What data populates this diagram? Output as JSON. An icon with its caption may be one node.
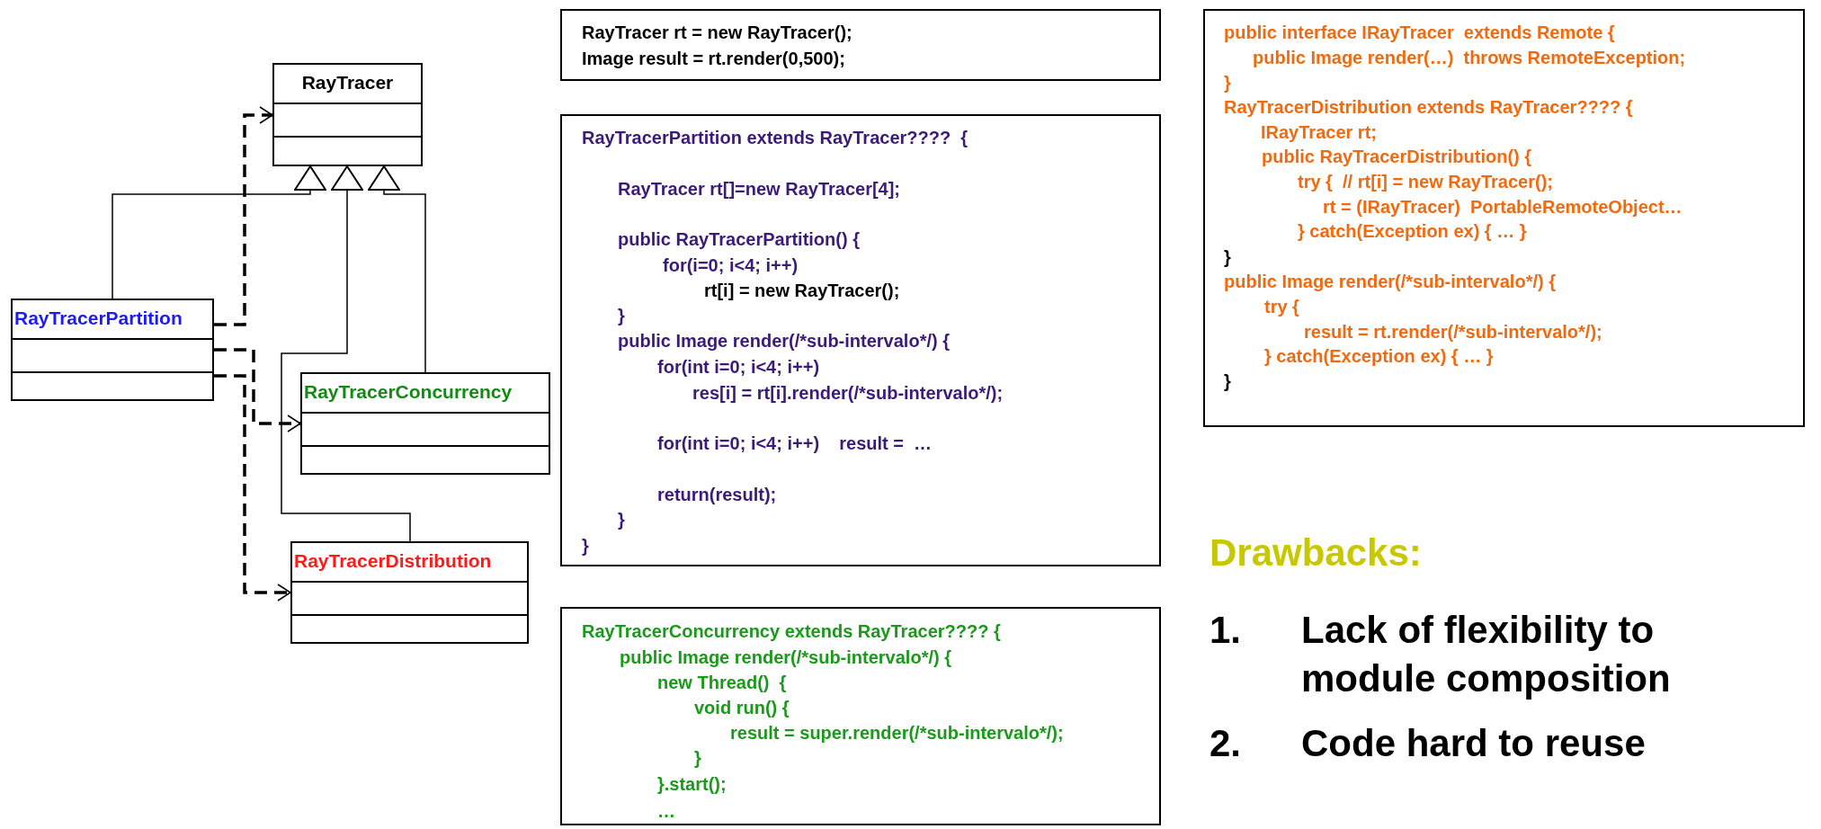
{
  "diagram": {
    "nodes": [
      {
        "text": [
          "RayTracer"
        ]
      },
      {
        "text": [
          "RayTracerPartition"
        ]
      },
      {
        "text": [
          "RayTracerConcurrency"
        ]
      },
      {
        "text": [
          "RayTracerDistribution"
        ]
      },
      {
        "text": [
          "RayTracer rt = new RayTracer();",
          "Image result = rt.render(0,500);"
        ]
      },
      {
        "text": [
          "RayTracerPartition extends RayTracer????  {",
          "RayTracer rt[]=new RayTracer[4];",
          "public RayTracerPartition() {",
          "for(i=0; i<4; i++)",
          "rt[i] = new RayTracer();",
          "}",
          "public Image render(/*sub-intervalo*/) {",
          "for(int i=0; i<4; i++)",
          "res[i] = rt[i].render(/*sub-intervalo*/);",
          "for(int i=0; i<4; i++)    result =  …",
          "return(result);",
          "}",
          "}"
        ]
      },
      {
        "text": [
          "RayTracerConcurrency extends RayTracer???? {",
          "public Image render(/*sub-intervalo*/) {",
          "new Thread()  {",
          "void run() {",
          "result = super.render(/*sub-intervalo*/);",
          "}",
          "}.start();",
          "…"
        ]
      },
      {
        "text": [
          "public interface IRayTracer  extends Remote {",
          "public Image render(…)  throws RemoteException;",
          "}",
          "RayTracerDistribution extends RayTracer???? {",
          "IRayTracer rt;",
          "public RayTracerDistribution() {",
          "try {  // rt[i] = new RayTracer();",
          "rt = (IRayTracer)  PortableRemoteObject…",
          "} catch(Exception ex) { … }",
          "}",
          "public Image render(/*sub-intervalo*/) {",
          "try {",
          "result = rt.render(/*sub-intervalo*/);",
          "} catch(Exception ex) { … }",
          "}"
        ]
      }
    ],
    "edges": [
      {
        "from": 1,
        "to": 0,
        "arrow": "to"
      },
      {
        "from": 2,
        "to": 0,
        "arrow": "to"
      },
      {
        "from": 3,
        "to": 0,
        "arrow": "to"
      },
      {
        "from": 1,
        "to": 0,
        "arrow": "to",
        "style": "dashed"
      },
      {
        "from": 1,
        "to": 2,
        "arrow": "to",
        "style": "dashed"
      },
      {
        "from": 1,
        "to": 3,
        "arrow": "to",
        "style": "dashed"
      }
    ],
    "labels": [
      "Drawbacks:",
      "1.",
      "Lack of flexibility to module composition",
      "2.",
      "Code hard to reuse"
    ]
  }
}
